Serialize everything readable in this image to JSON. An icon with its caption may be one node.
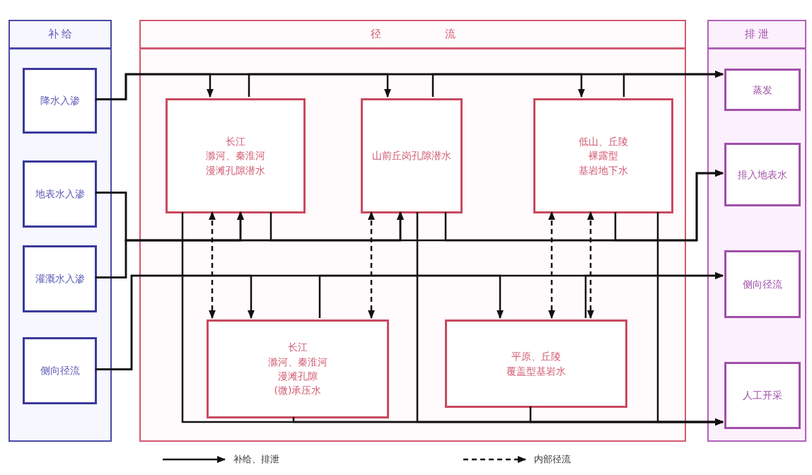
{
  "diagram": {
    "nodes": [
      {
        "text": [
          "补给"
        ]
      },
      {
        "text": [
          "降水入渗"
        ],
        "in": 0
      },
      {
        "text": [
          "地表水入渗"
        ],
        "in": 0
      },
      {
        "text": [
          "灌溉水入渗"
        ],
        "in": 0
      },
      {
        "text": [
          "侧向径流"
        ],
        "in": 0
      },
      {
        "text": [
          "径流"
        ]
      },
      {
        "text": [
          "长江滁河、秦淮河漫滩孔隙潜水"
        ],
        "in": 5
      },
      {
        "text": [
          "山前丘岗孔隙潜水"
        ],
        "in": 5
      },
      {
        "text": [
          "低山、丘陵裸露型基岩地下水"
        ],
        "in": 5
      },
      {
        "text": [
          "长江滁河、秦淮河漫滩孔隙(微)承压水"
        ],
        "in": 5
      },
      {
        "text": [
          "平原、丘陵覆盖型基岩水"
        ],
        "in": 5
      },
      {
        "text": [
          "排泄"
        ]
      },
      {
        "text": [
          "蒸发"
        ],
        "in": 11
      },
      {
        "text": [
          "排入地表水"
        ],
        "in": 11
      },
      {
        "text": [
          "侧向径流"
        ],
        "in": 11
      },
      {
        "text": [
          "人工开采"
        ],
        "in": 11
      }
    ],
    "edges": [
      {
        "from": 1,
        "to": 6,
        "arrow": "to"
      },
      {
        "from": 1,
        "to": 7,
        "arrow": "to"
      },
      {
        "from": 1,
        "to": 8,
        "arrow": "to"
      },
      {
        "from": 6,
        "to": 12,
        "arrow": "to"
      },
      {
        "from": 7,
        "to": 12,
        "arrow": "to"
      },
      {
        "from": 8,
        "to": 12,
        "arrow": "to"
      },
      {
        "from": 2,
        "to": 6,
        "arrow": "to"
      },
      {
        "from": 3,
        "to": 6,
        "arrow": "to"
      },
      {
        "from": 2,
        "to": 7,
        "arrow": "to"
      },
      {
        "from": 3,
        "to": 7,
        "arrow": "to"
      },
      {
        "from": 6,
        "to": 13,
        "arrow": "to"
      },
      {
        "from": 7,
        "to": 13,
        "arrow": "to"
      },
      {
        "from": 8,
        "to": 13,
        "arrow": "to"
      },
      {
        "from": 4,
        "to": 9,
        "arrow": "to"
      },
      {
        "from": 4,
        "to": 10,
        "arrow": "to"
      },
      {
        "from": 9,
        "to": 14,
        "arrow": "to"
      },
      {
        "from": 10,
        "to": 14,
        "arrow": "to"
      },
      {
        "from": 6,
        "to": 15,
        "arrow": "to"
      },
      {
        "from": 7,
        "to": 15,
        "arrow": "to"
      },
      {
        "from": 8,
        "to": 15,
        "arrow": "to"
      },
      {
        "from": 9,
        "to": 15,
        "arrow": "to"
      },
      {
        "from": 10,
        "to": 15,
        "arrow": "to"
      },
      {
        "from": 6,
        "to": 9,
        "arrow": "both",
        "style": "dashed"
      },
      {
        "from": 7,
        "to": 9,
        "arrow": "both",
        "style": "dashed"
      },
      {
        "from": 8,
        "to": 10,
        "arrow": "both",
        "style": "dashed"
      },
      {
        "from": 8,
        "to": 10,
        "arrow": "both",
        "style": "dashed"
      }
    ],
    "legend": [
      {
        "text": "补给、排泄"
      },
      {
        "text": "内部径流"
      }
    ]
  }
}
